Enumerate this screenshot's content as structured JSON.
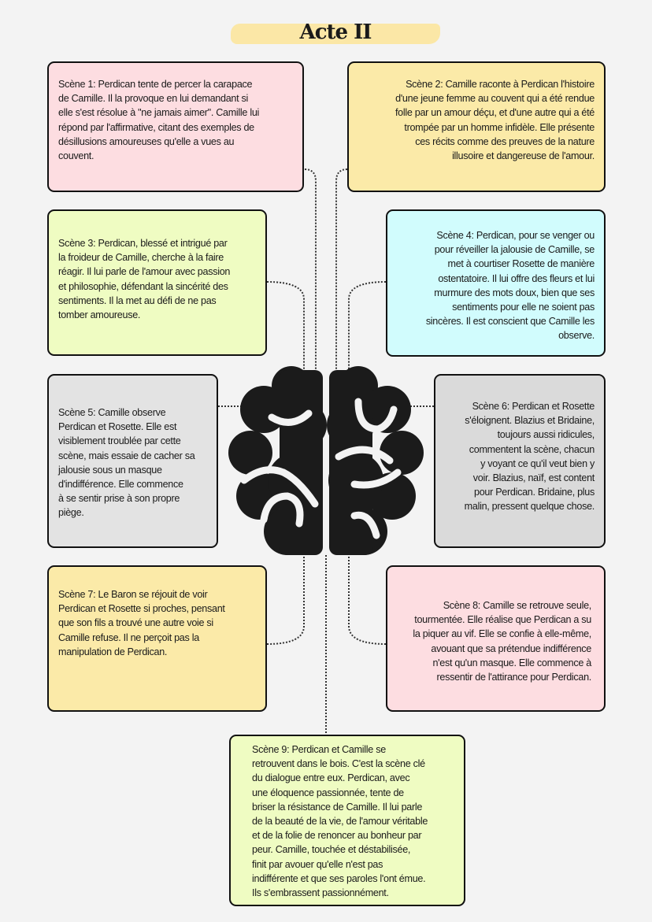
{
  "title": "Acte II",
  "scenes": [
    {
      "text": "Scène 1: Perdican tente de percer la carapace\nde Camille. Il la provoque en lui demandant si\nelle s'est résolue à \"ne jamais aimer\". Camille lui\nrépond par l'affirmative, citant des exemples de\ndésillusions amoureuses qu'elle a vues au\ncouvent.",
      "color": "#fddde1"
    },
    {
      "text": "Scène 2: Camille raconte à Perdican l'histoire\nd'une jeune femme au couvent qui a été rendue\nfolle par un amour déçu, et d'une autre qui a été\ntrompée par un homme infidèle. Elle présente\nces récits comme des preuves de la nature\nillusoire et dangereuse de l'amour.",
      "color": "#fbeaa8"
    },
    {
      "text": "Scène 3: Perdican, blessé et intrigué par\nla froideur de Camille, cherche à la faire\nréagir. Il lui parle de l'amour avec passion\net philosophie, défendant la sincérité des\nsentiments. Il la met au défi de ne pas\ntomber amoureuse.",
      "color": "#effcc2"
    },
    {
      "text": "Scène 4: Perdican, pour se venger ou\npour réveiller la jalousie de Camille, se\nmet à courtiser Rosette de manière\nostentatoire. Il lui offre des fleurs et lui\nmurmure des mots doux, bien que ses\nsentiments pour elle ne soient pas\nsincères. Il est conscient que Camille les\nobserve.",
      "color": "#d1fcfd"
    },
    {
      "text": "Scène 5: Camille observe\nPerdican et Rosette. Elle est\nvisiblement troublée par cette\nscène, mais essaie de cacher sa\njalousie sous un masque\nd'indifférence. Elle commence\nà se sentir prise à son propre\npiège.",
      "color": "#e3e3e3"
    },
    {
      "text": "Scène 6: Perdican et Rosette\ns'éloignent. Blazius et Bridaine,\ntoujours aussi ridicules,\ncommentent la scène, chacun\ny voyant ce qu'il veut bien y\nvoir. Blazius, naïf, est content\npour Perdican. Bridaine, plus\nmalin, pressent quelque chose.",
      "color": "#dadada"
    },
    {
      "text": "Scène 7: Le Baron se réjouit de voir\nPerdican et Rosette si proches, pensant\nque son fils a trouvé une autre voie si\nCamille refuse. Il ne perçoit pas la\nmanipulation de Perdican.",
      "color": "#fbeaa8"
    },
    {
      "text": "Scène 8: Camille se retrouve seule,\ntourmentée. Elle réalise que Perdican a su\nla piquer au vif. Elle se confie à elle-même,\navouant que sa prétendue indifférence\nn'est qu'un masque. Elle commence à\nressentir de l'attirance pour Perdican.",
      "color": "#fddde1"
    },
    {
      "text": "Scène 9: Perdican et Camille se\nretrouvent dans le bois. C'est la scène clé\ndu dialogue entre eux. Perdican, avec\nune éloquence passionnée, tente de\nbriser la résistance de Camille. Il lui parle\nde la beauté de la vie, de l'amour véritable\net de la folie de renoncer au bonheur par\npeur. Camille, touchée et déstabilisée,\nfinit par avouer qu'elle n'est pas\nindifférente et que ses paroles l'ont émue.\nIls s'embrassent passionnément.",
      "color": "#effcc2"
    }
  ],
  "icons": {
    "center": "brain-icon"
  }
}
